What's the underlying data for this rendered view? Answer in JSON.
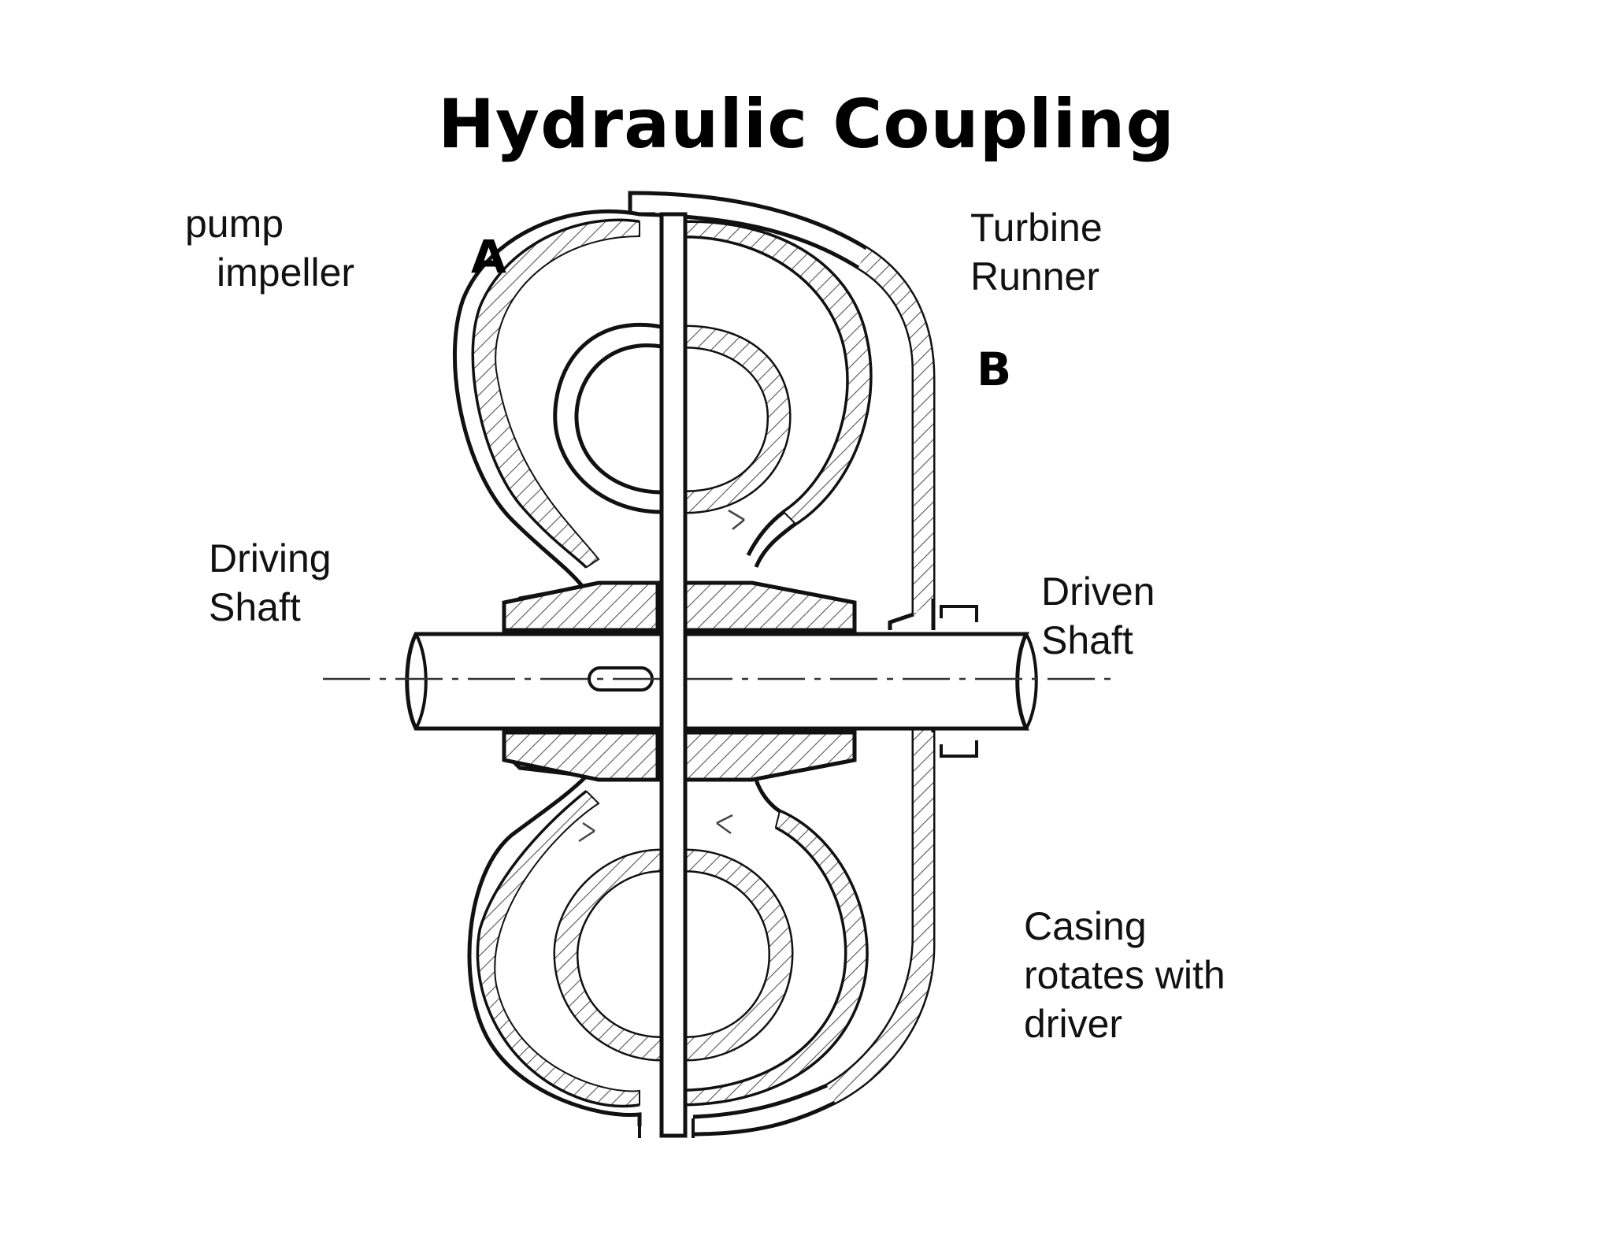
{
  "title": "Hydraulic Coupling",
  "labels": {
    "pump_impeller": [
      "pump",
      "impeller"
    ],
    "turbine_runner": [
      "Turbine",
      "Runner"
    ],
    "driving_shaft": [
      "Driving",
      "Shaft"
    ],
    "driven_shaft": [
      "Driven",
      "Shaft"
    ],
    "casing": [
      "Casing",
      "rotates with",
      "driver"
    ],
    "marker_a": "A",
    "marker_b": "B"
  }
}
